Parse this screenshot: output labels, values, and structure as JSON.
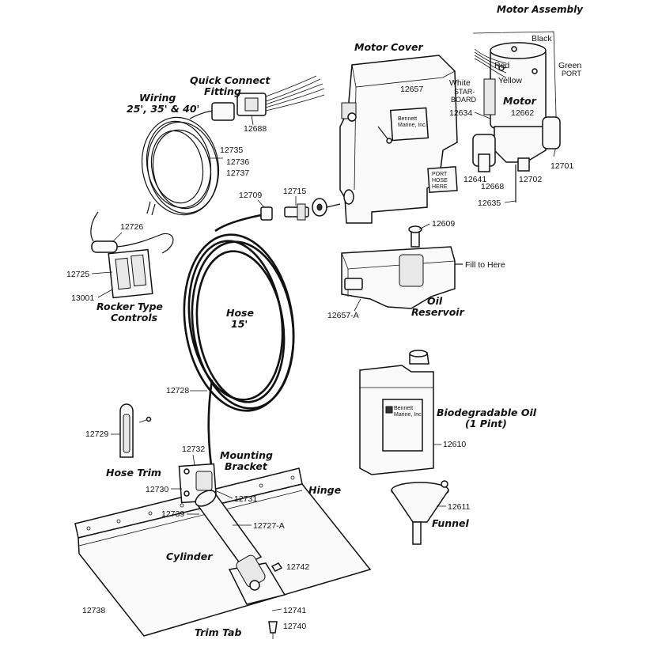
{
  "labels": {
    "motor_assembly": "Motor Assembly",
    "motor_cover": "Motor Cover",
    "quick_connect": "Quick Connect Fitting",
    "wiring": "Wiring",
    "wiring_lengths": "25', 35' & 40'",
    "black": "Black",
    "green": "Green",
    "port": "PORT",
    "red": "Red",
    "yellow": "Yellow",
    "white": "White",
    "starboard_1": "STAR-",
    "starboard_2": "BOARD",
    "motor": "Motor",
    "port_hose_here_1": "PORT",
    "port_hose_here_2": "HOSE",
    "port_hose_here_3": "HERE",
    "fill_to_here": "Fill to Here",
    "oil_reservoir_1": "Oil",
    "oil_reservoir_2": "Reservoir",
    "rocker_1": "Rocker Type",
    "rocker_2": "Controls",
    "hose": "Hose",
    "hose_len": "15'",
    "biodegradable_1": "Biodegradable Oil",
    "biodegradable_2": "(1 Pint)",
    "hose_trim": "Hose Trim",
    "mounting_1": "Mounting",
    "mounting_2": "Bracket",
    "hinge": "Hinge",
    "funnel": "Funnel",
    "cylinder": "Cylinder",
    "trim_tab": "Trim Tab"
  },
  "parts": {
    "p12657": "12657",
    "p12688": "12688",
    "p12735": "12735",
    "p12736": "12736",
    "p12737": "12737",
    "p12662": "12662",
    "p12634": "12634",
    "p12641": "12641",
    "p12668": "12668",
    "p12702": "12702",
    "p12701": "12701",
    "p12635": "12635",
    "p12709": "12709",
    "p12715": "12715",
    "p12609": "12609",
    "p12726": "12726",
    "p12725": "12725",
    "p13001": "13001",
    "p12657A": "12657-A",
    "p12728": "12728",
    "p12610": "12610",
    "p12729": "12729",
    "p12732": "12732",
    "p12730": "12730",
    "p12731": "12731",
    "p12611": "12611",
    "p12739": "12739",
    "p12727A": "12727-A",
    "p12742": "12742",
    "p12738": "12738",
    "p12741": "12741",
    "p12740": "12740"
  }
}
